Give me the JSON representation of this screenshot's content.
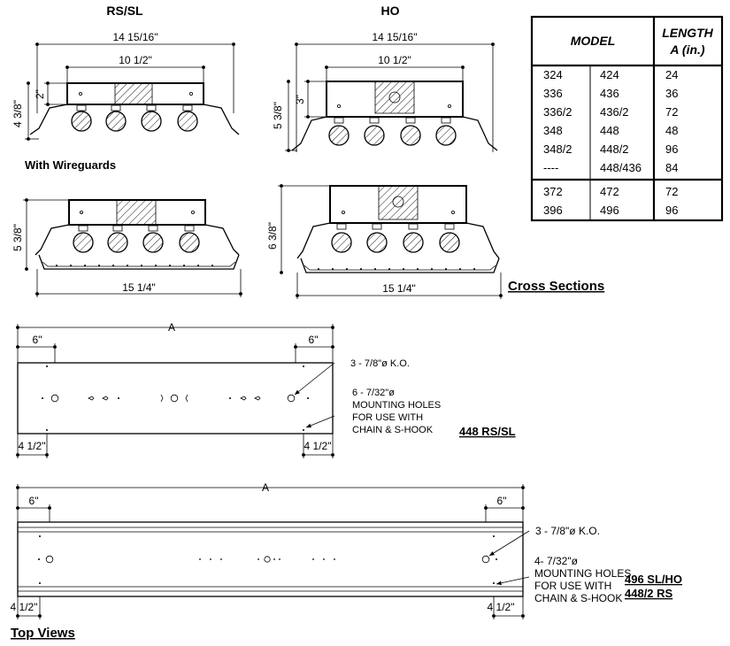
{
  "headings": {
    "rs_sl": "RS/SL",
    "ho": "HO",
    "with_wireguards": "With Wireguards",
    "cross_sections": "Cross Sections",
    "top_views": "Top Views"
  },
  "cross_section_dims": {
    "overall_width": "14 15/16\"",
    "inner_width": "10 1/2\"",
    "rs_body_height": "2\"",
    "rs_total_height": "4 3/8\"",
    "ho_body_height": "3\"",
    "ho_total_height": "5 3/8\"",
    "wg_rs_height": "5 3/8\"",
    "wg_ho_height": "6 3/8\"",
    "wg_width": "15 1/4\""
  },
  "table": {
    "headers": [
      "MODEL",
      "LENGTH",
      "A (in.)"
    ],
    "rows": [
      [
        "324",
        "424",
        "24"
      ],
      [
        "336",
        "436",
        "36"
      ],
      [
        "336/2",
        "436/2",
        "72"
      ],
      [
        "348",
        "448",
        "48"
      ],
      [
        "348/2",
        "448/2",
        "96"
      ],
      [
        "----",
        "448/436",
        "84"
      ]
    ],
    "rows2": [
      [
        "372",
        "472",
        "72"
      ],
      [
        "396",
        "496",
        "96"
      ]
    ]
  },
  "top_view_1": {
    "length_label": "A",
    "left_dim": "6\"",
    "right_dim": "6\"",
    "bottom_left_dim": "4 1/2\"",
    "bottom_right_dim": "4 1/2\"",
    "ko_note": "3 - 7/8\"ø K.O.",
    "holes_note": [
      "6 - 7/32\"ø",
      "MOUNTING HOLES",
      "FOR USE WITH",
      "CHAIN & S-HOOK"
    ],
    "label": "448 RS/SL"
  },
  "top_view_2": {
    "length_label": "A",
    "left_dim": "6\"",
    "right_dim": "6\"",
    "bottom_left_dim": "4 1/2\"",
    "bottom_right_dim": "4 1/2\"",
    "ko_note": "3 - 7/8\"ø K.O.",
    "holes_note": [
      "4- 7/32\"ø",
      "MOUNTING HOLES",
      "FOR USE WITH",
      "CHAIN & S-HOOK"
    ],
    "label_1": "496 SL/HO",
    "label_2": "448/2 RS"
  }
}
